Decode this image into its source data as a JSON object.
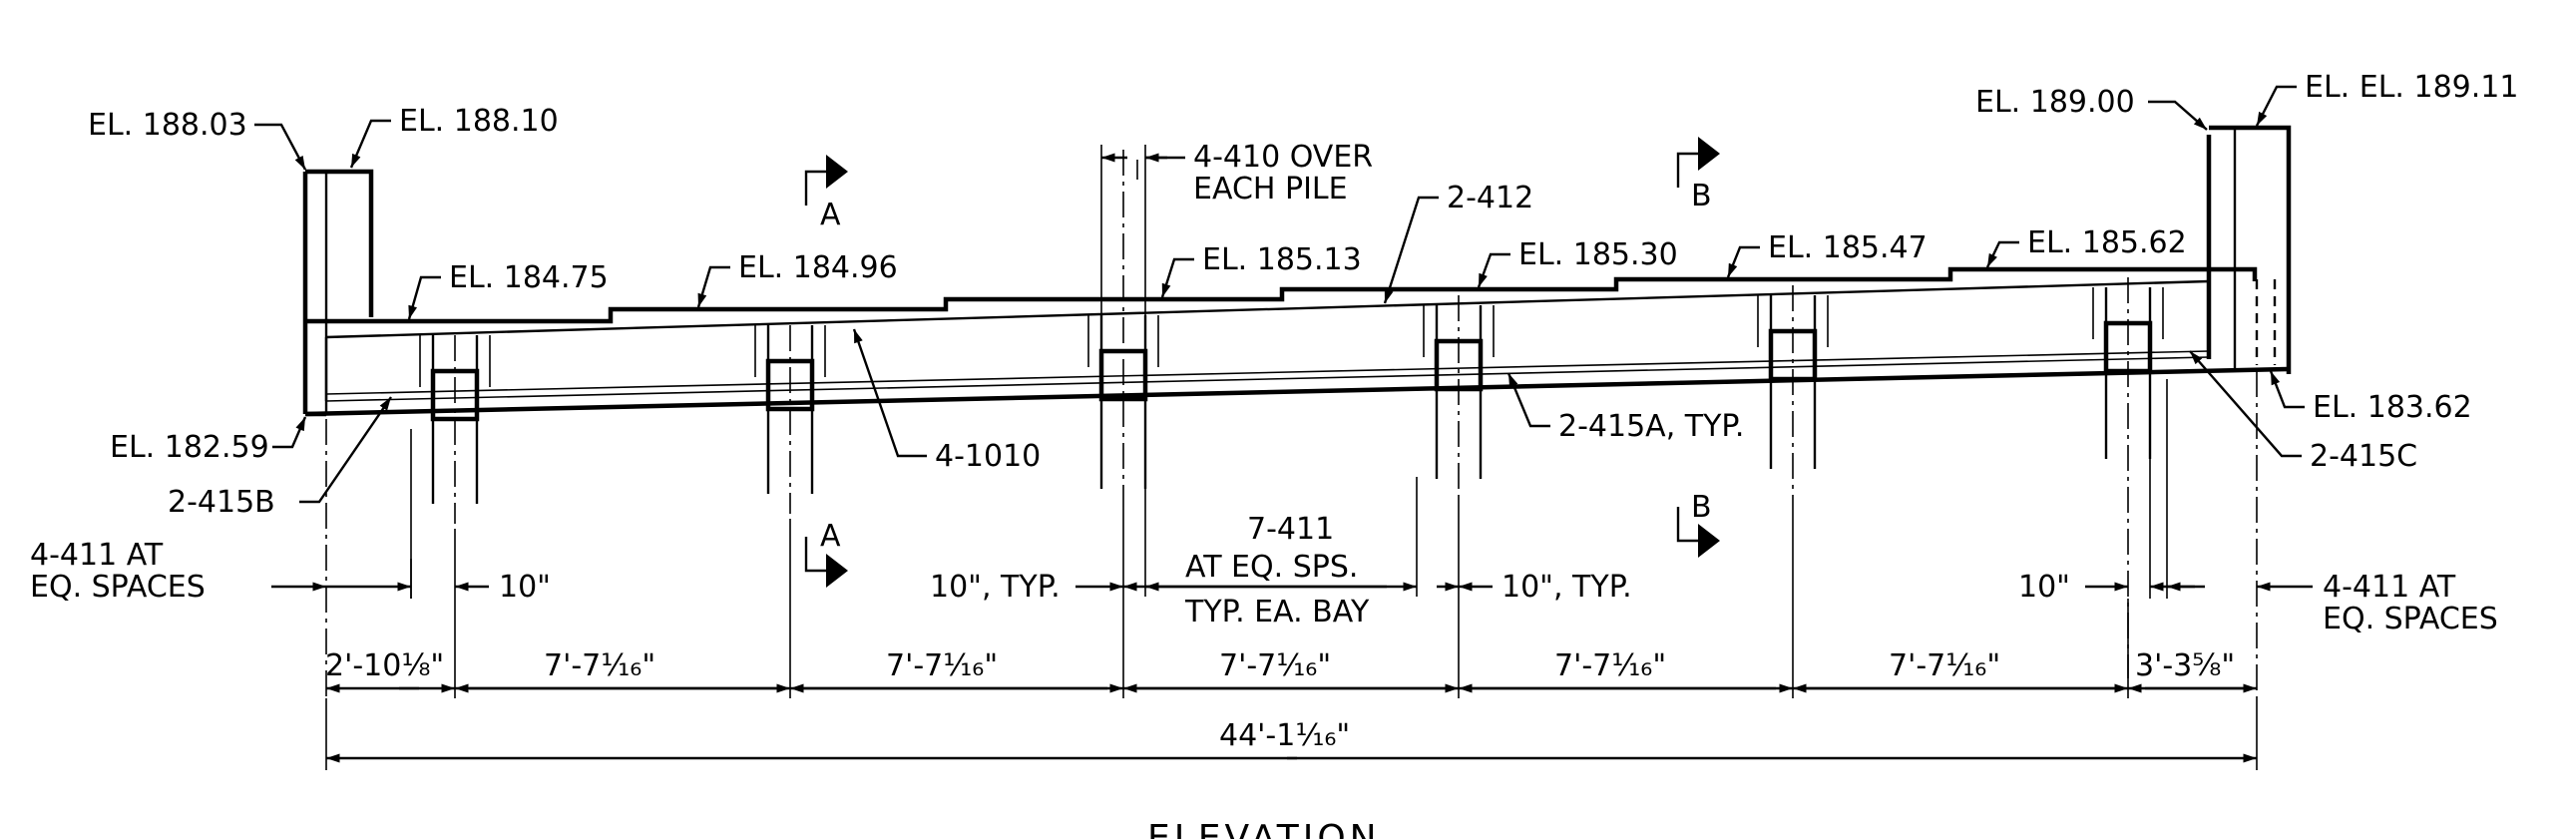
{
  "drawing": {
    "title": "ELEVATION",
    "elevations": {
      "left_top_outer": "EL. 188.03",
      "left_top_inner": "EL. 188.10",
      "right_top_outer": "EL. 189.00",
      "right_top_inner": "EL. EL. 189.11",
      "deck_1": "EL. 184.75",
      "deck_2": "EL. 184.96",
      "deck_3": "EL. 185.13",
      "deck_4": "EL. 185.30",
      "deck_5": "EL. 185.47",
      "deck_6": "EL. 185.62",
      "bottom_left": "EL. 182.59",
      "bottom_right": "EL. 183.62"
    },
    "bars": {
      "b410_line1": "4-410 OVER",
      "b410_line2": "EACH PILE",
      "b412": "2-412",
      "b1010": "4-1010",
      "b415a": "2-415A, TYP.",
      "b415b": "2-415B",
      "b415c": "2-415C",
      "b411_left_line1": "4-411 AT",
      "b411_left_line2": "EQ. SPACES",
      "b411_right_line1": "4-411 AT",
      "b411_right_line2": "EQ. SPACES",
      "b411_mid_line1": "7-411",
      "b411_mid_line2": "AT EQ. SPS.",
      "b411_mid_line3": "TYP. EA. BAY"
    },
    "sections": {
      "a_top": "A",
      "a_bottom": "A",
      "b_top": "B",
      "b_bottom": "B"
    },
    "dimensions": {
      "ten_in_left": "10\"",
      "ten_in_typ_left": "10\", TYP.",
      "ten_in_typ_right": "10\", TYP.",
      "ten_in_right": "10\"",
      "span_end_left": "2'-10⅛\"",
      "span_1": "7'-7¹⁄₁₆\"",
      "span_2": "7'-7¹⁄₁₆\"",
      "span_3": "7'-7¹⁄₁₆\"",
      "span_4": "7'-7¹⁄₁₆\"",
      "span_5": "7'-7¹⁄₁₆\"",
      "span_end_right": "3'-3⅝\"",
      "overall": "44'-1¹⁄₁₆\""
    }
  }
}
